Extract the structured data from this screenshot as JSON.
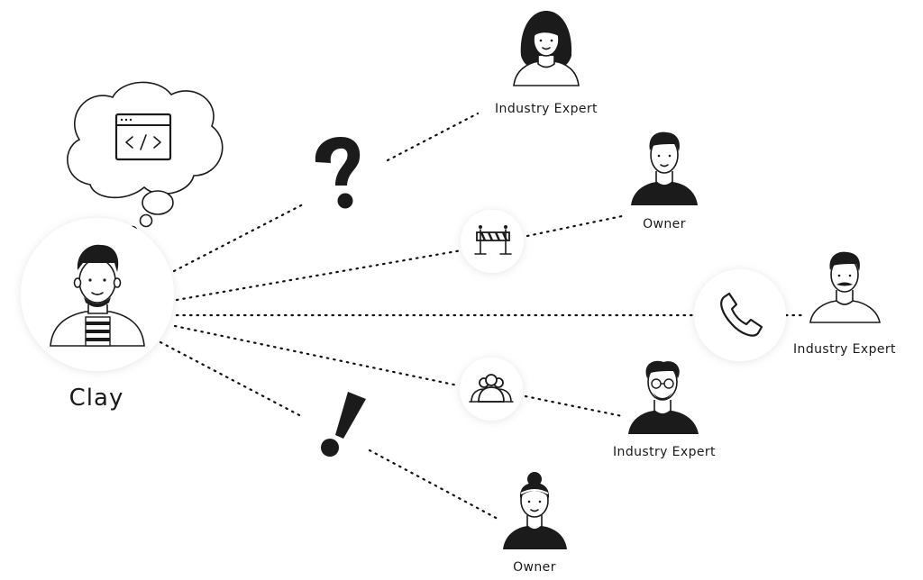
{
  "central_person": {
    "name": "Clay"
  },
  "contacts": [
    {
      "role": "Industry Expert"
    },
    {
      "role": "Owner"
    },
    {
      "role": "Industry Expert"
    },
    {
      "role": "Industry Expert"
    },
    {
      "role": "Owner"
    }
  ],
  "icons": {
    "thought": "code-window-icon",
    "question": "question-mark-icon",
    "barrier": "barrier-icon",
    "phone": "phone-icon",
    "group": "group-icon",
    "exclamation": "exclamation-mark-icon"
  },
  "colors": {
    "ink": "#1b1b1b",
    "background": "#ffffff"
  }
}
